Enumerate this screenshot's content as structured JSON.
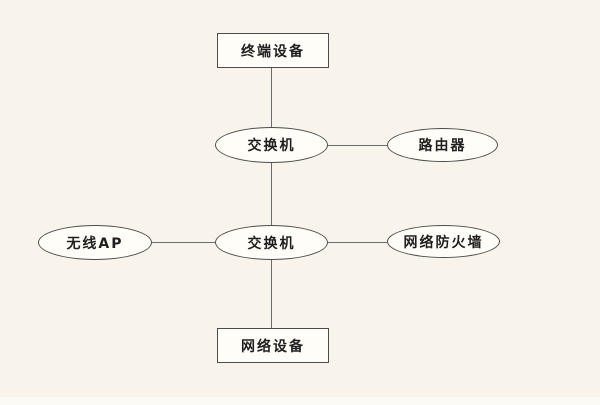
{
  "diagram": {
    "background_color": "#f8f4ec",
    "node_fill_color": "#fffdf7",
    "node_border_color": "#4d4d4d",
    "connector_color": "#6b6b6b",
    "text_color": "#1f1f1f",
    "nodes": [
      {
        "id": "terminal-device",
        "label": "终端设备",
        "shape": "rectangle"
      },
      {
        "id": "switch-upper",
        "label": "交换机",
        "shape": "ellipse"
      },
      {
        "id": "router",
        "label": "路由器",
        "shape": "ellipse"
      },
      {
        "id": "wireless-ap",
        "label": "无线AP",
        "shape": "ellipse"
      },
      {
        "id": "switch-lower",
        "label": "交换机",
        "shape": "ellipse"
      },
      {
        "id": "network-firewall",
        "label": "网络防火墙",
        "shape": "ellipse"
      },
      {
        "id": "network-device",
        "label": "网络设备",
        "shape": "rectangle"
      }
    ],
    "edges": [
      {
        "from": "terminal-device",
        "to": "switch-upper"
      },
      {
        "from": "switch-upper",
        "to": "router"
      },
      {
        "from": "switch-upper",
        "to": "switch-lower"
      },
      {
        "from": "wireless-ap",
        "to": "switch-lower"
      },
      {
        "from": "switch-lower",
        "to": "network-firewall"
      },
      {
        "from": "switch-lower",
        "to": "network-device"
      }
    ]
  }
}
